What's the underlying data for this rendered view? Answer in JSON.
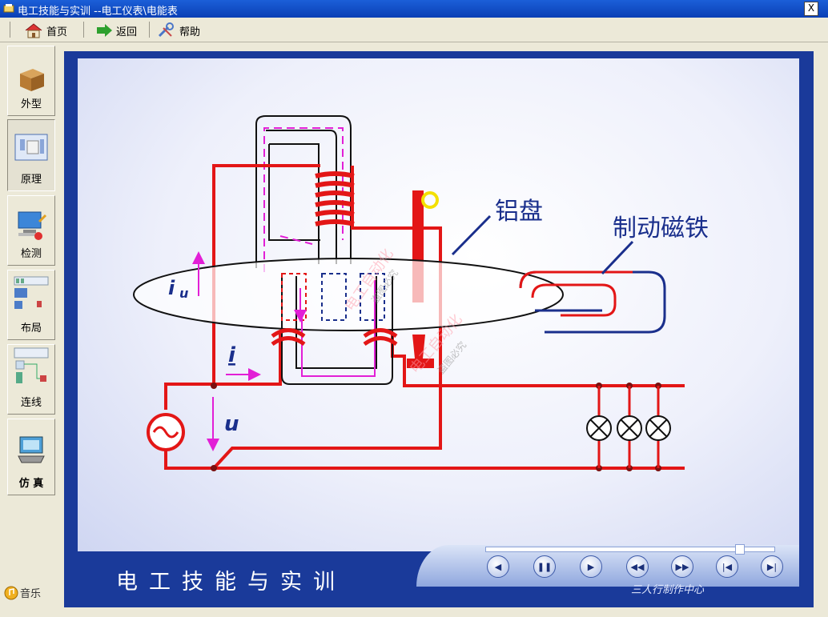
{
  "window": {
    "title": "电工技能与实训 --电工仪表\\电能表",
    "close_label": "X"
  },
  "toolbar": {
    "home_label": "首页",
    "back_label": "返回",
    "help_label": "帮助"
  },
  "sidebar": {
    "items": [
      {
        "label": "外型",
        "icon": "box-icon"
      },
      {
        "label": "原理",
        "icon": "diagram-icon",
        "active": true
      },
      {
        "label": "检测",
        "icon": "computer-tools-icon"
      },
      {
        "label": "布局",
        "icon": "layout-icon"
      },
      {
        "label": "连线",
        "icon": "wiring-icon"
      },
      {
        "label": "仿 真",
        "icon": "simulation-icon"
      }
    ]
  },
  "music_label": "音乐",
  "diagram": {
    "label_disk": "铝盘",
    "label_brake": "制动磁铁",
    "label_iu_main": "i",
    "label_iu_sub": "u",
    "label_i": "i",
    "label_u": "u",
    "watermark": "电工自动化",
    "watermark_sub": "盗图必究"
  },
  "footer": {
    "brand": "电工技能与实训",
    "logo_text": "三人行制作中心"
  },
  "controls": [
    {
      "name": "volume-button",
      "glyph": "◀"
    },
    {
      "name": "pause-button",
      "glyph": "❚❚"
    },
    {
      "name": "play-button",
      "glyph": "▶"
    },
    {
      "name": "rewind-button",
      "glyph": "◀◀"
    },
    {
      "name": "fast-forward-button",
      "glyph": "▶▶"
    },
    {
      "name": "skip-start-button",
      "glyph": "|◀"
    },
    {
      "name": "skip-end-button",
      "glyph": "▶|"
    }
  ],
  "playback": {
    "progress": 0.88
  },
  "colors": {
    "wire": "#e31616",
    "flux": "#e21fd6",
    "label_blue": "#1a2f8c",
    "coil": "#e31616"
  }
}
